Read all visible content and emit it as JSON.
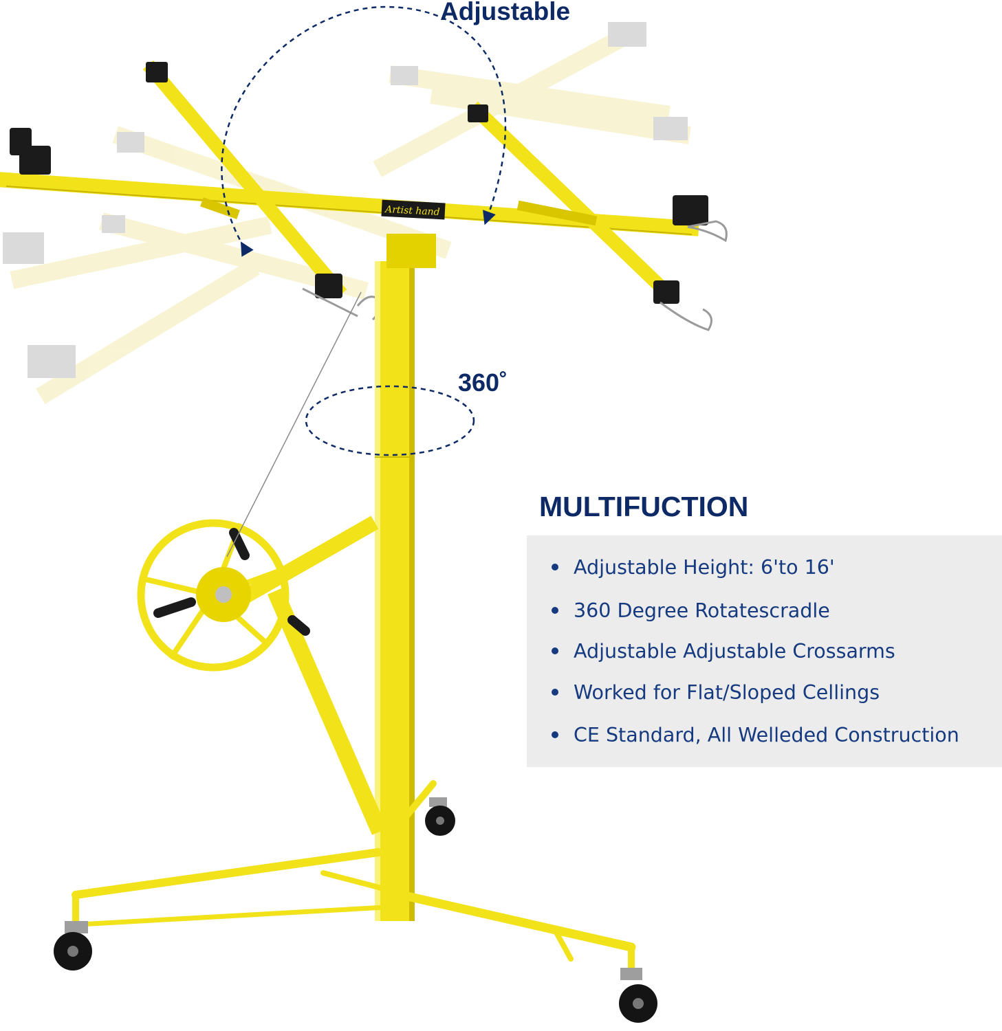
{
  "callouts": {
    "adjustable": "Adjustable",
    "rotation": "360˚"
  },
  "brand_logo_text": "Artist hand",
  "features": {
    "title": "MULTIFUCTION",
    "items": [
      "Adjustable Height: 6'to 16'",
      "360 Degree Rotatescradle",
      "Adjustable Adjustable Crossarms",
      "Worked for Flat/Sloped Cellings",
      "CE Standard, All Welleded Construction"
    ]
  },
  "colors": {
    "frame_yellow": "#f2e21a",
    "frame_yellow_ghost": "#f7f0b0",
    "accent_navy": "#0d2a66",
    "panel_gray": "#ececec"
  },
  "icons": [
    "curved-arrow-icon",
    "rotation-ellipse-icon",
    "bullet-icon"
  ]
}
